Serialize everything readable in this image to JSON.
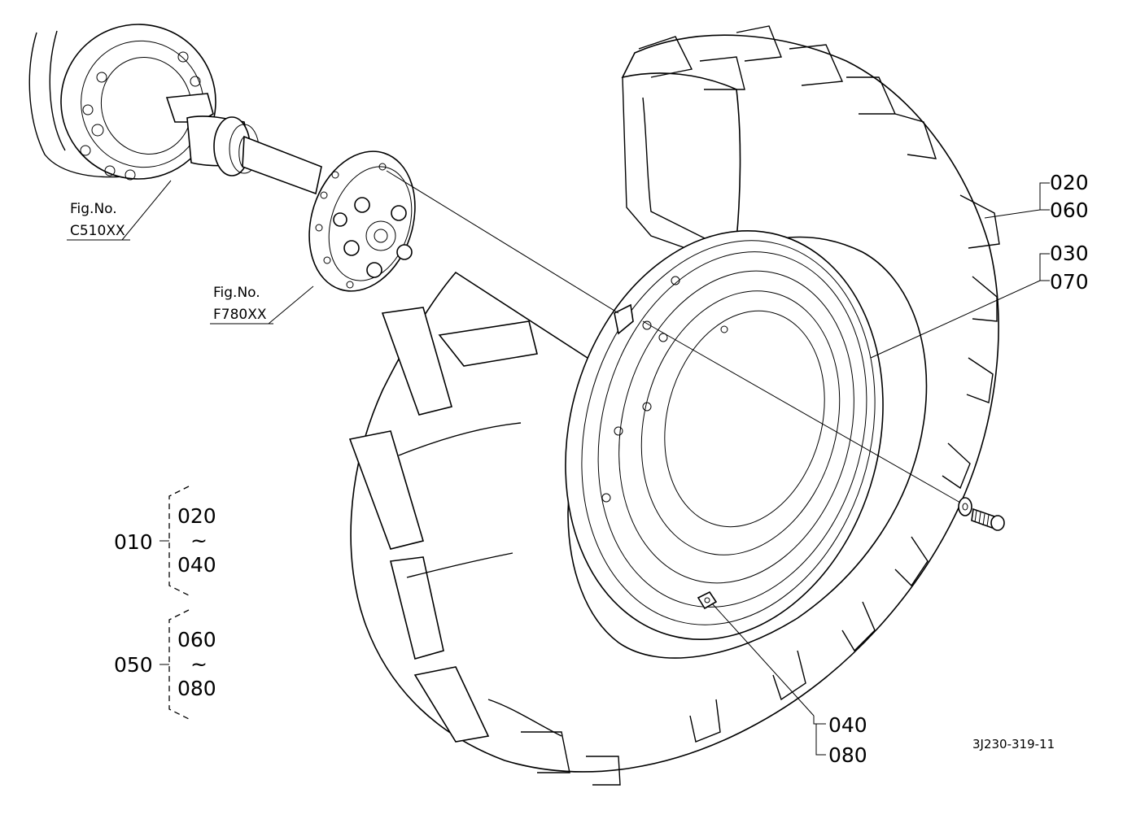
{
  "figure_refs": {
    "axle": {
      "prefix": "Fig.No.",
      "number": "C510XX"
    },
    "hub": {
      "prefix": "Fig.No.",
      "number": "F780XX"
    }
  },
  "callouts": {
    "tire": [
      "020",
      "060"
    ],
    "rim": [
      "030",
      "070"
    ],
    "valve": [
      "040",
      "080"
    ]
  },
  "assemblies": [
    {
      "id": "010",
      "from": "020",
      "tilde": "~",
      "to": "040"
    },
    {
      "id": "050",
      "from": "060",
      "tilde": "~",
      "to": "080"
    }
  ],
  "drawing_code": "3J230-319-11"
}
